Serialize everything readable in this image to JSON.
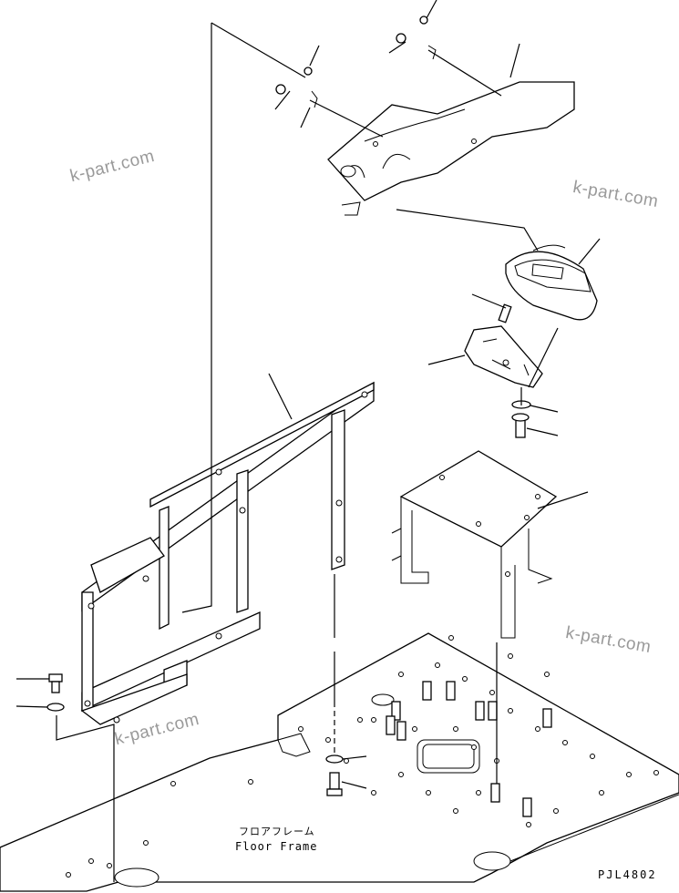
{
  "watermarks": [
    "k-part.com",
    "k-part.com",
    "k-part.com",
    "k-part.com"
  ],
  "labels": {
    "floor_frame_jp": "フロアフレーム",
    "floor_frame_en": "Floor Frame"
  },
  "drawing_code": "PJL4802"
}
